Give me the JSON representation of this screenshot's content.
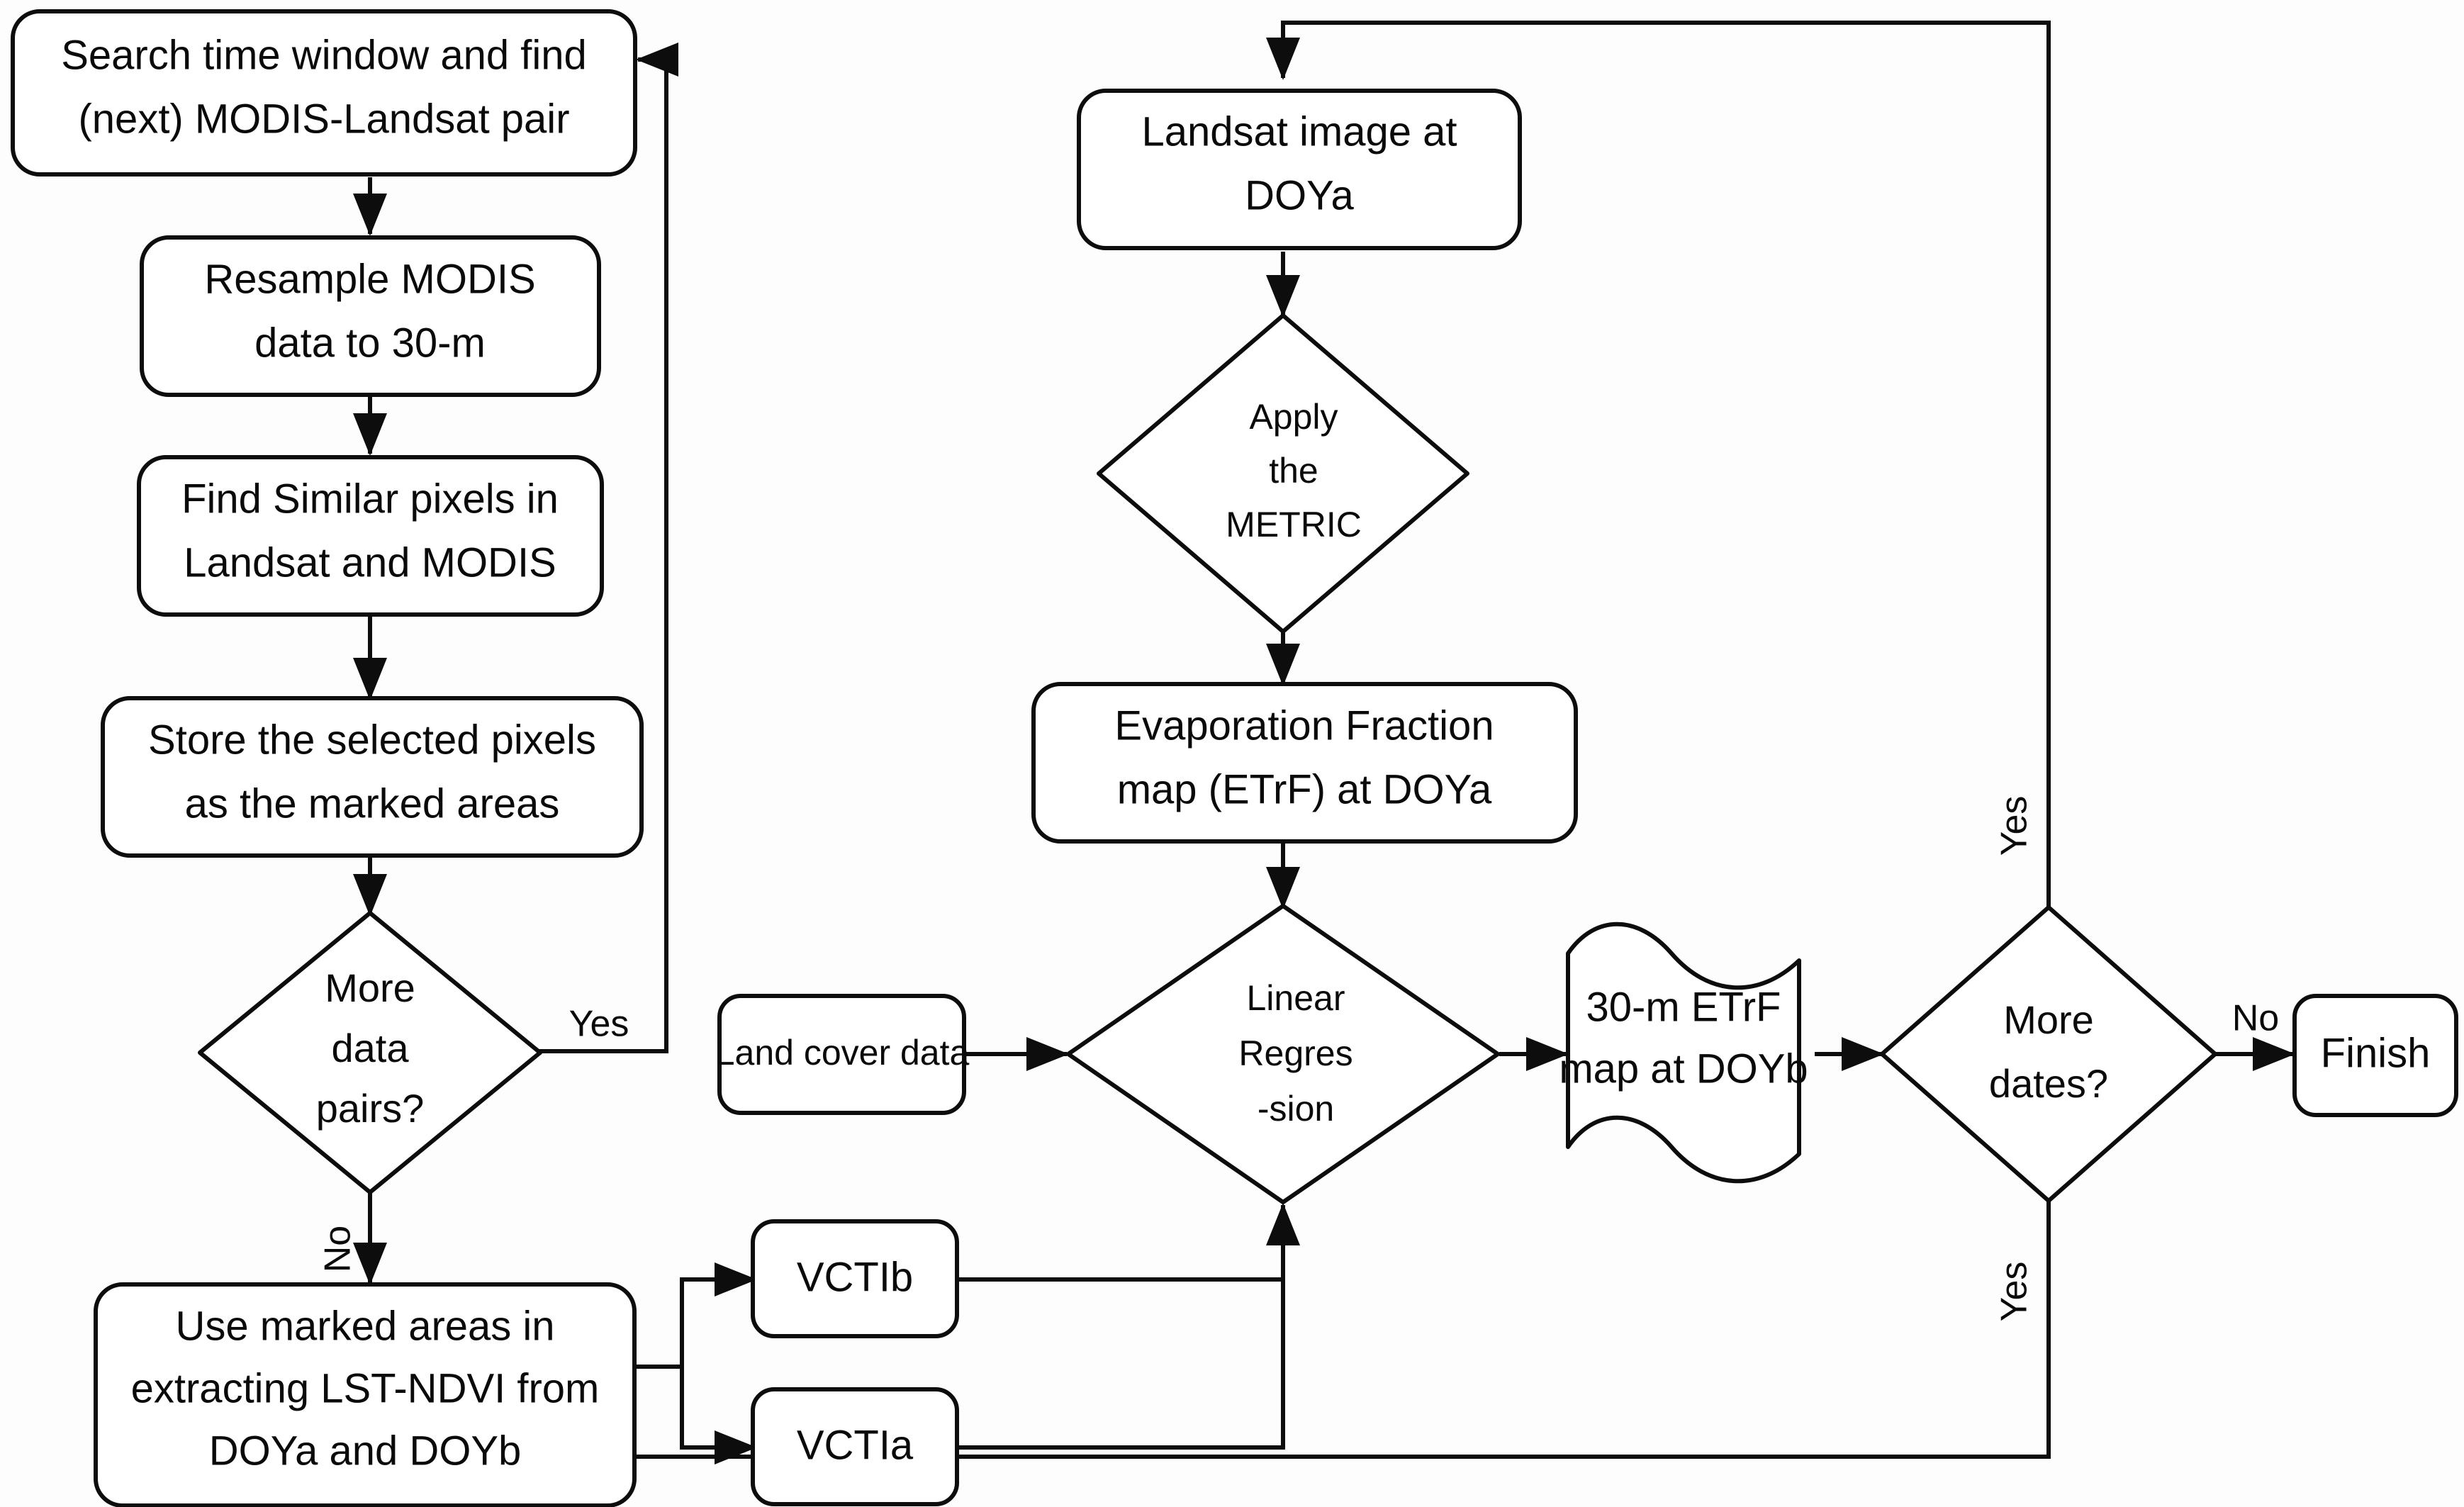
{
  "diagram": {
    "title": "MODIS-Landsat ETrF downscaling workflow",
    "background_color": "#fdfdfd",
    "line_color": "#0d0d0d",
    "text_color": "#0a0a0a"
  },
  "nodes": {
    "search_pair": {
      "shape": "rounded-rect",
      "lines": [
        "Search time window and find",
        "(next) MODIS-Landsat pair"
      ]
    },
    "resample": {
      "shape": "rounded-rect",
      "lines": [
        "Resample MODIS",
        "data to 30-m"
      ]
    },
    "find_similar": {
      "shape": "rounded-rect",
      "lines": [
        "Find Similar pixels in",
        "Landsat and MODIS"
      ]
    },
    "store_pixels": {
      "shape": "rounded-rect",
      "lines": [
        "Store the selected pixels",
        "as the marked areas"
      ]
    },
    "more_data_pairs": {
      "shape": "diamond",
      "lines": [
        "More",
        "data",
        "pairs?"
      ]
    },
    "use_marked": {
      "shape": "rounded-rect",
      "lines": [
        "Use marked areas in",
        "extracting LST-NDVI from",
        "DOYa and DOYb"
      ]
    },
    "vctib": {
      "shape": "rounded-rect",
      "lines": [
        "VCTIb"
      ]
    },
    "vctia": {
      "shape": "rounded-rect",
      "lines": [
        "VCTIa"
      ]
    },
    "landsat_image": {
      "shape": "rounded-rect",
      "lines": [
        "Landsat image at",
        "DOYa"
      ]
    },
    "apply_metric": {
      "shape": "diamond",
      "lines": [
        "Apply",
        "the",
        "METRIC"
      ]
    },
    "evap_fraction": {
      "shape": "rounded-rect",
      "lines": [
        "Evaporation Fraction",
        "map (ETrF) at DOYa"
      ]
    },
    "land_cover": {
      "shape": "rounded-rect",
      "lines": [
        "Land cover data"
      ]
    },
    "linear_regression": {
      "shape": "diamond",
      "lines": [
        "Linear",
        "Regres",
        "-sion"
      ]
    },
    "etrf_map": {
      "shape": "document-wave",
      "lines": [
        "30-m ETrF",
        "map at DOYb"
      ]
    },
    "more_dates": {
      "shape": "diamond",
      "lines": [
        "More",
        "dates?"
      ]
    },
    "finish": {
      "shape": "rounded-rect",
      "lines": [
        "Finish"
      ]
    }
  },
  "edge_labels": {
    "more_pairs_yes": "Yes",
    "more_pairs_no": "No",
    "more_dates_no": "No",
    "more_dates_yes_top": "Yes",
    "more_dates_yes_bottom": "Yes"
  }
}
